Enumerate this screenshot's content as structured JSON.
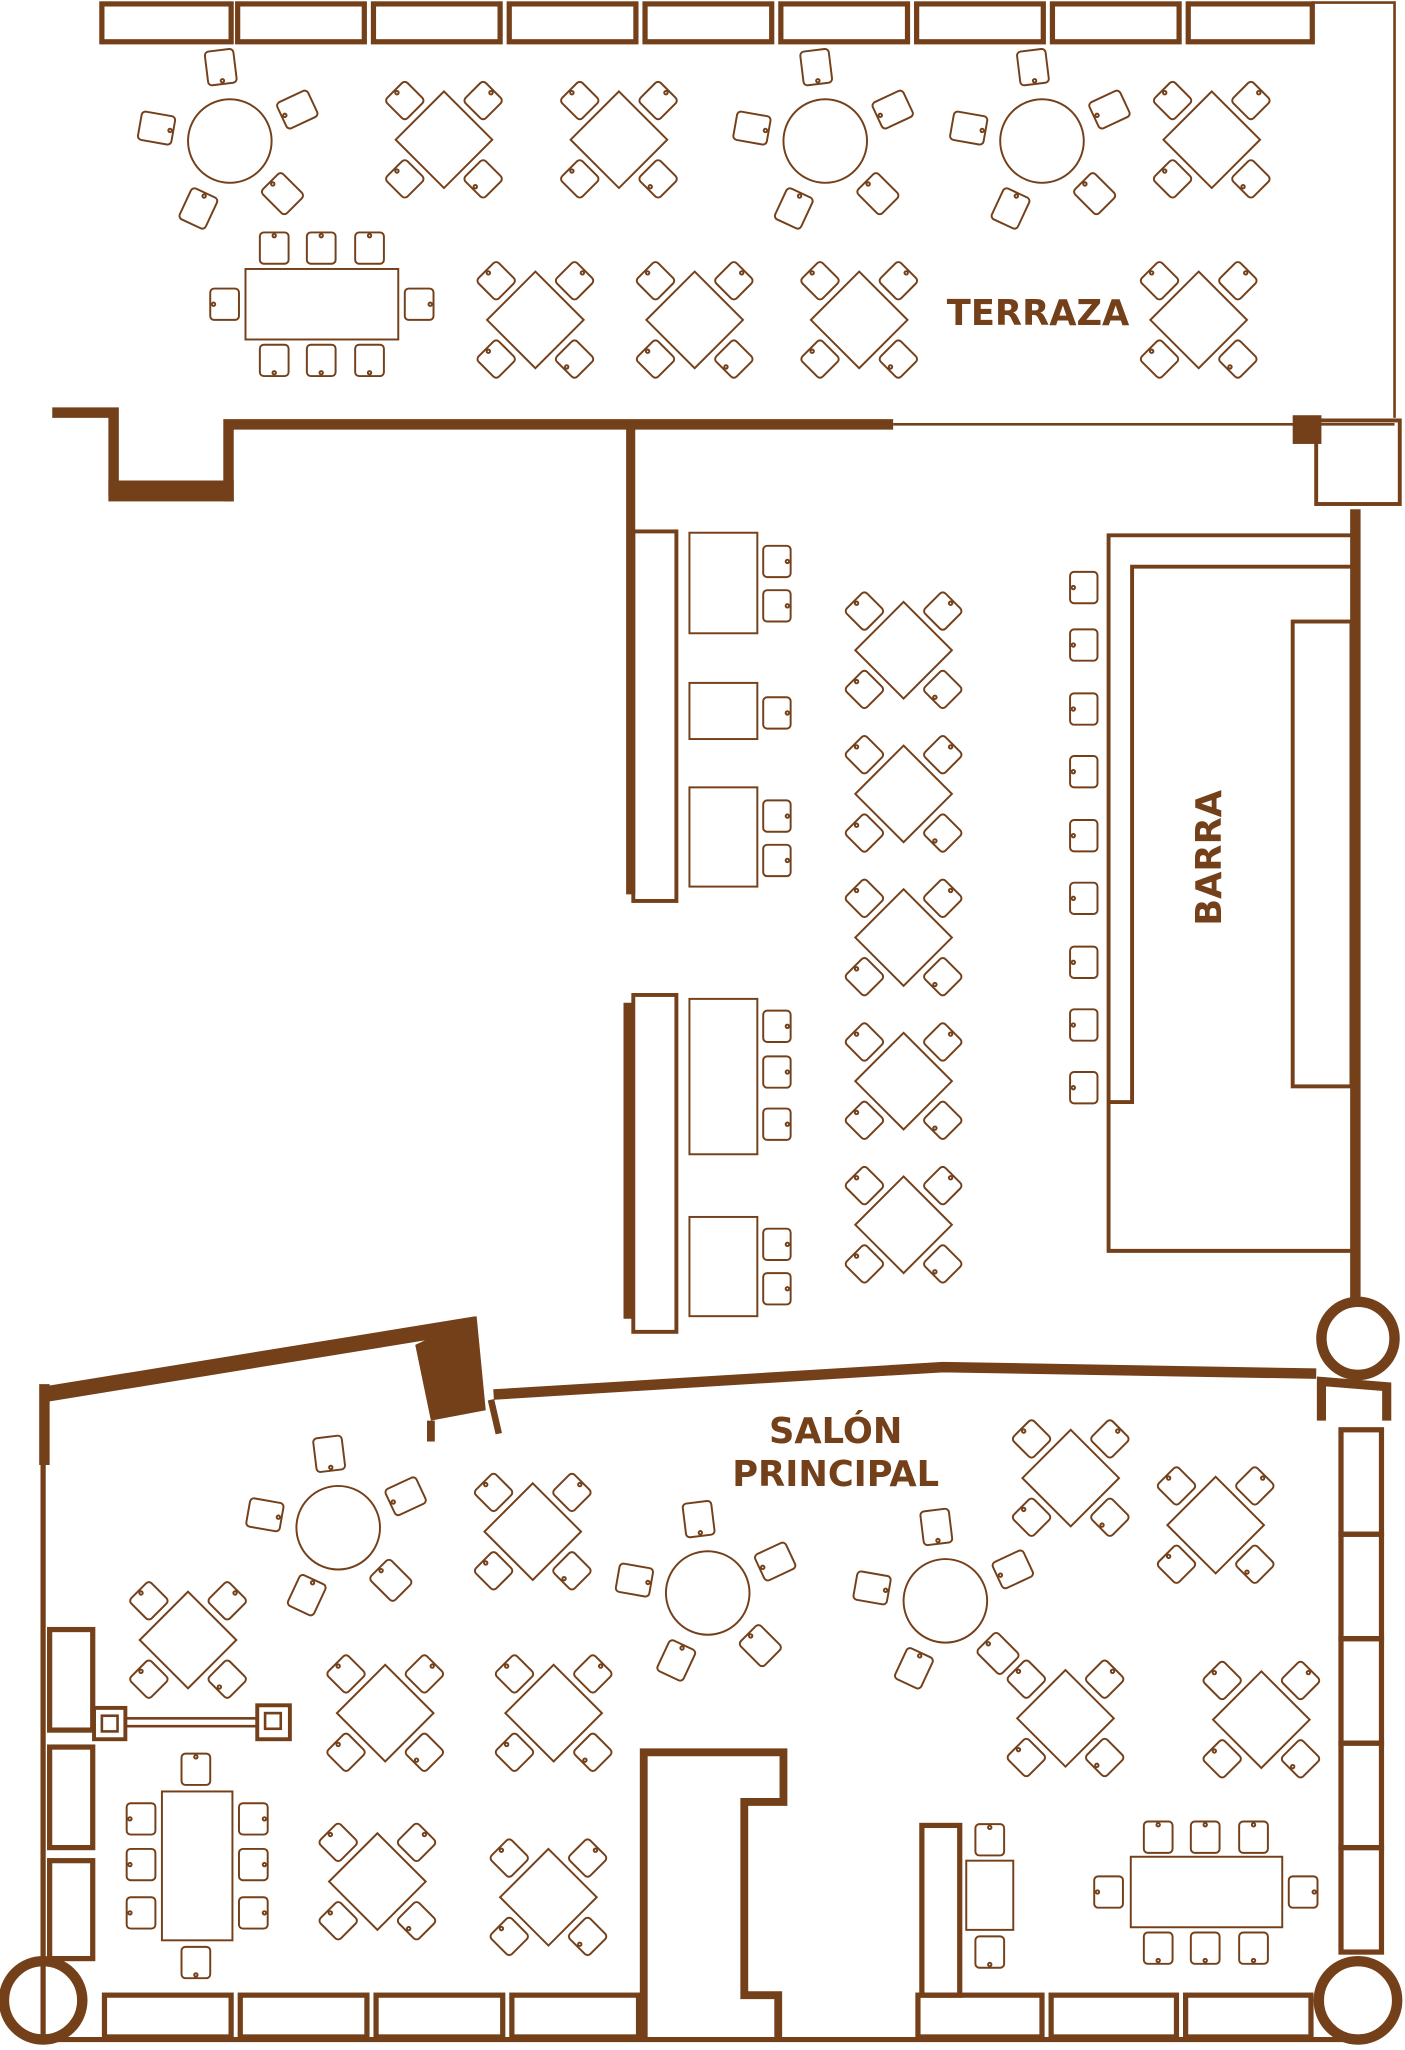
{
  "labels": {
    "terrace": "TERRAZA",
    "bar": "BARRA",
    "main_hall_line1": "SALÓN",
    "main_hall_line2": "PRINCIPAL"
  },
  "colors": {
    "wall": "#74401a",
    "background": "#ffffff"
  }
}
